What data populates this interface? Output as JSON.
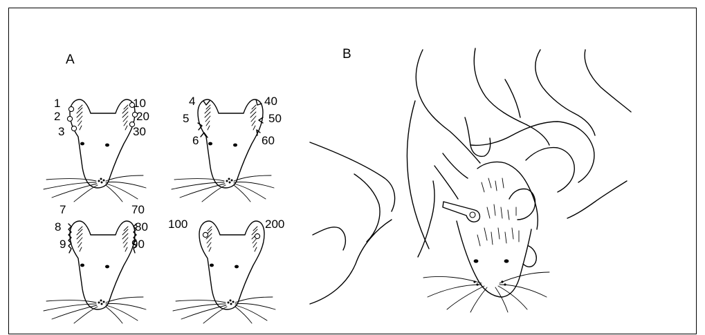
{
  "panels": {
    "a_label": "A",
    "b_label": "B"
  },
  "ear_codes": {
    "heads": [
      {
        "left": [
          "1",
          "2",
          "3"
        ],
        "right": [
          "10",
          "20",
          "30"
        ]
      },
      {
        "left": [
          "4",
          "5",
          "6"
        ],
        "right": [
          "40",
          "50",
          "60"
        ]
      },
      {
        "left": [
          "7",
          "8",
          "9"
        ],
        "right": [
          "70",
          "80",
          "90"
        ]
      },
      {
        "left": [
          "100"
        ],
        "right": [
          "200"
        ]
      }
    ]
  }
}
